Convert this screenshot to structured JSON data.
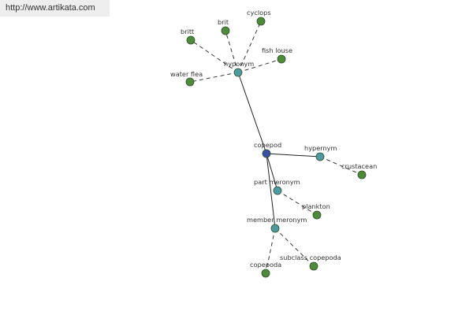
{
  "watermark": {
    "url": "http://www.artikata.com"
  },
  "colors": {
    "focus_node": "#3d4fa0",
    "relation_node": "#4f9a9e",
    "word_node": "#4e8a3a",
    "edge": "#222222",
    "watermark_bg": "#eeeeee"
  },
  "graph": {
    "nodes": [
      {
        "id": "copepod",
        "label": "copepod",
        "kind": "focus"
      },
      {
        "id": "hyponym",
        "label": "hyponym",
        "kind": "relation"
      },
      {
        "id": "hypernym",
        "label": "hypernym",
        "kind": "relation"
      },
      {
        "id": "part_meronym",
        "label": "part meronym",
        "kind": "relation"
      },
      {
        "id": "member_meronym",
        "label": "member meronym",
        "kind": "relation"
      },
      {
        "id": "britt",
        "label": "britt",
        "kind": "word"
      },
      {
        "id": "brit",
        "label": "brit",
        "kind": "word"
      },
      {
        "id": "cyclops",
        "label": "cyclops",
        "kind": "word"
      },
      {
        "id": "fish_louse",
        "label": "fish louse",
        "kind": "word"
      },
      {
        "id": "water_flea",
        "label": "water flea",
        "kind": "word"
      },
      {
        "id": "crustacean",
        "label": "crustacean",
        "kind": "word"
      },
      {
        "id": "plankton",
        "label": "plankton",
        "kind": "word"
      },
      {
        "id": "copepoda",
        "label": "copepoda",
        "kind": "word"
      },
      {
        "id": "subclass_copepoda",
        "label": "subclass copepoda",
        "kind": "word"
      }
    ],
    "edges": [
      {
        "from": "copepod",
        "to": "hyponym",
        "style": "solid"
      },
      {
        "from": "copepod",
        "to": "hypernym",
        "style": "solid"
      },
      {
        "from": "copepod",
        "to": "part_meronym",
        "style": "solid"
      },
      {
        "from": "copepod",
        "to": "member_meronym",
        "style": "solid"
      },
      {
        "from": "hyponym",
        "to": "britt",
        "style": "dashed"
      },
      {
        "from": "hyponym",
        "to": "brit",
        "style": "dashed"
      },
      {
        "from": "hyponym",
        "to": "cyclops",
        "style": "dashed"
      },
      {
        "from": "hyponym",
        "to": "fish_louse",
        "style": "dashed"
      },
      {
        "from": "hyponym",
        "to": "water_flea",
        "style": "dashed"
      },
      {
        "from": "hypernym",
        "to": "crustacean",
        "style": "dashed"
      },
      {
        "from": "part_meronym",
        "to": "plankton",
        "style": "dashed"
      },
      {
        "from": "member_meronym",
        "to": "copepoda",
        "style": "dashed"
      },
      {
        "from": "member_meronym",
        "to": "subclass_copepoda",
        "style": "dashed"
      }
    ]
  }
}
